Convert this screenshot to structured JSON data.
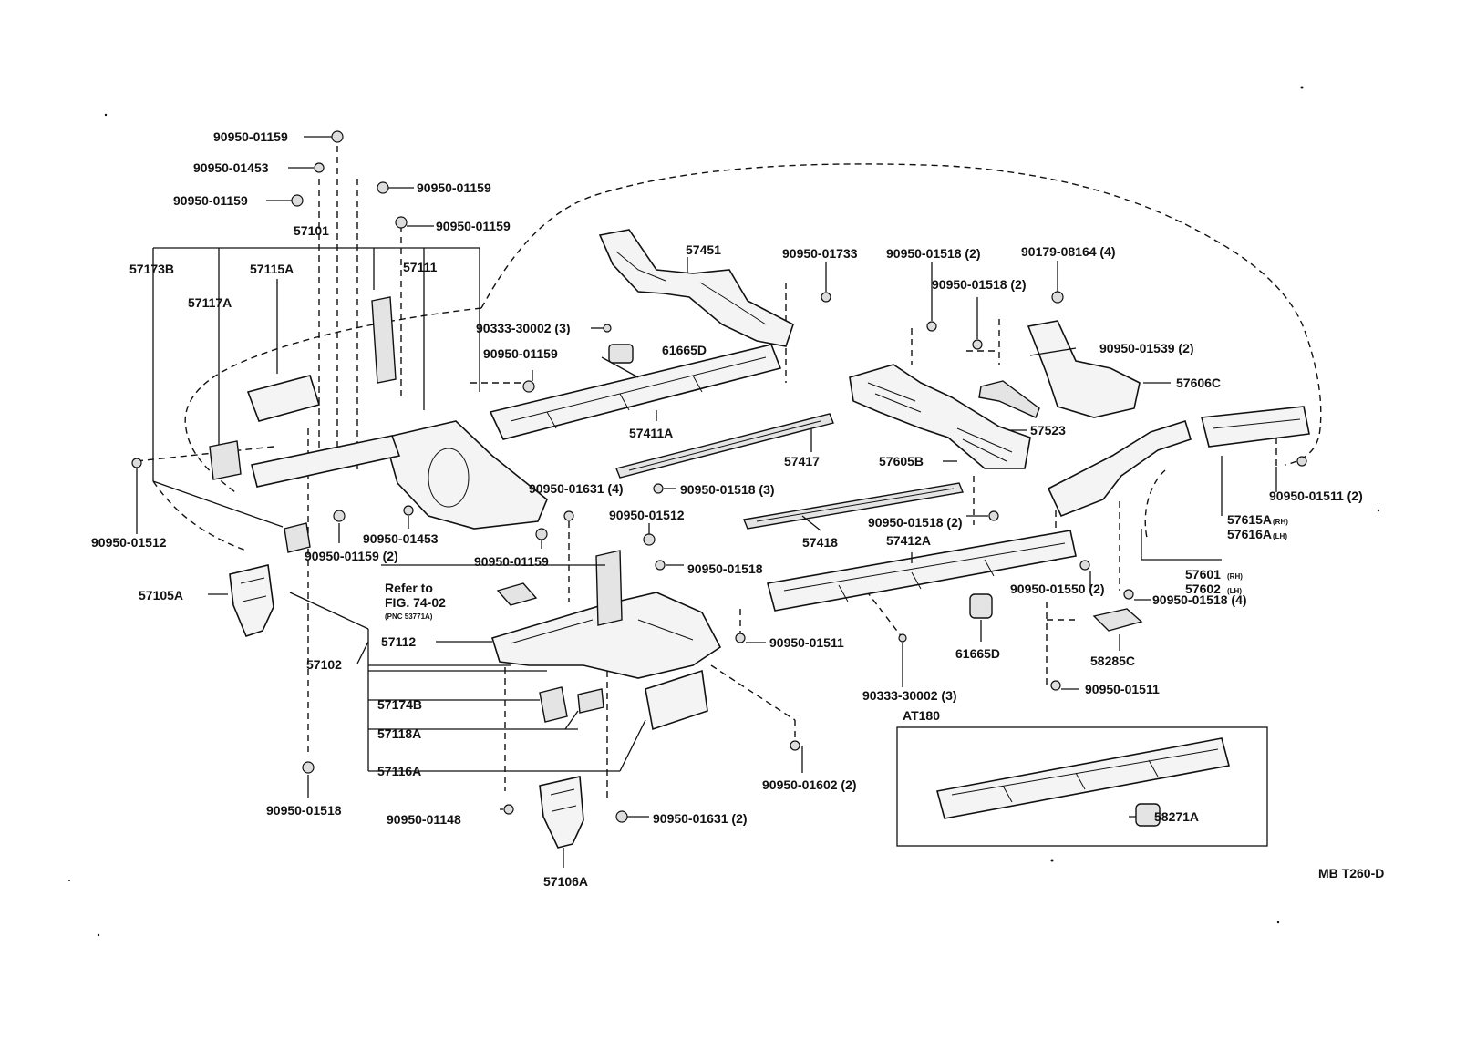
{
  "diagram": {
    "corner_code": "MB T260-D",
    "inset_title": "AT180",
    "refer_note": {
      "line1": "Refer to",
      "line2": "FIG. 74-02",
      "line3": "(PNC 53771A)"
    },
    "labels": {
      "f_01159_a": "90950-01159",
      "f_01453_a": "90950-01453",
      "f_01159_b": "90950-01159",
      "f_01159_c": "90950-01159",
      "f_01159_d": "90950-01159",
      "p_57101": "57101",
      "p_57173B": "57173B",
      "p_57115A": "57115A",
      "p_57111": "57111",
      "p_57117A": "57117A",
      "p_57451": "57451",
      "f_01733": "90950-01733",
      "f_01518_2a": "90950-01518 (2)",
      "f_08164": "90179-08164 (4)",
      "f_01518_2b": "90950-01518 (2)",
      "f_30002_a": "90333-30002 (3)",
      "f_01159_e": "90950-01159",
      "p_61665D_a": "61665D",
      "f_01539": "90950-01539 (2)",
      "p_57606C": "57606C",
      "p_57411A": "57411A",
      "p_57523": "57523",
      "p_57417": "57417",
      "p_57605B": "57605B",
      "f_01631_4": "90950-01631 (4)",
      "f_01518_3": "90950-01518 (3)",
      "f_01511_2": "90950-01511 (2)",
      "f_01512_a": "90950-01512",
      "f_01512_b": "90950-01512",
      "f_01159_2": "90950-01159 (2)",
      "f_01453_b": "90950-01453",
      "f_01159_f": "90950-01159",
      "f_01518_2c": "90950-01518 (2)",
      "p_57418": "57418",
      "p_57412A": "57412A",
      "p_57615A": "57615A",
      "p_57615A_side": "(RH)",
      "p_57616A": "57616A",
      "p_57616A_side": "(LH)",
      "f_01518_a": "90950-01518",
      "p_57105A": "57105A",
      "p_57601": "57601",
      "p_57601_side": "(RH)",
      "p_57602": "57602",
      "p_57602_side": "(LH)",
      "f_01550_2": "90950-01550 (2)",
      "f_01518_4": "90950-01518 (4)",
      "p_57112": "57112",
      "f_01511_a": "90950-01511",
      "p_61665D_b": "61665D",
      "p_58285C": "58285C",
      "p_57102": "57102",
      "f_30002_b": "90333-30002 (3)",
      "f_01511_b": "90950-01511",
      "p_57174B": "57174B",
      "p_57118A": "57118A",
      "p_57116A": "57116A",
      "f_01602_2": "90950-01602 (2)",
      "f_01518_b": "90950-01518",
      "f_01148": "90950-01148",
      "f_01631_2": "90950-01631 (2)",
      "p_58271A": "58271A",
      "p_57106A": "57106A"
    }
  }
}
